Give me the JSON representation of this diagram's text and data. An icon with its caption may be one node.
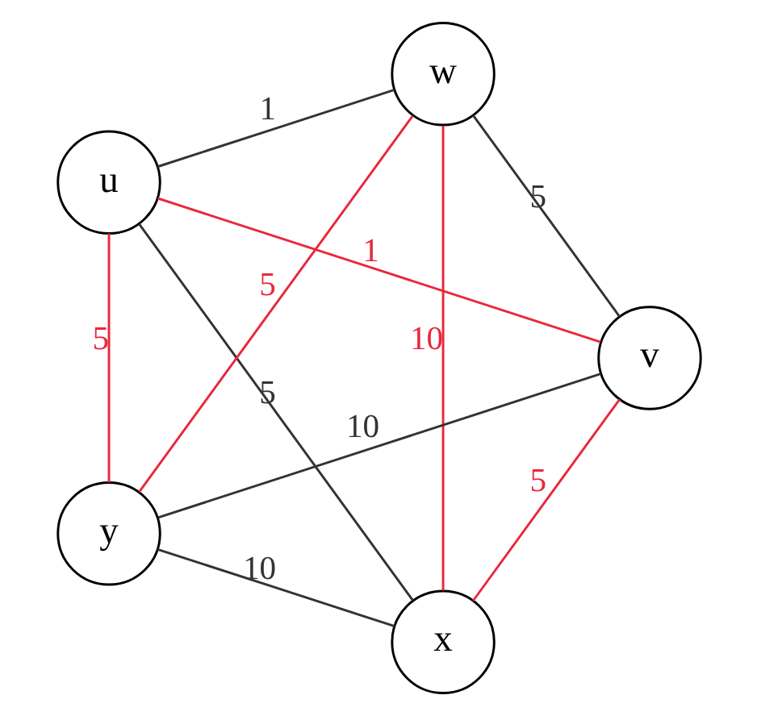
{
  "diagram": {
    "nodes": [
      {
        "text": [
          "x"
        ]
      },
      {
        "text": [
          "v"
        ]
      },
      {
        "text": [
          "u"
        ]
      },
      {
        "text": [
          "w"
        ]
      },
      {
        "text": [
          "y"
        ]
      }
    ],
    "edges": [
      {
        "from": 2,
        "to": 0,
        "arrow": "none",
        "label": "5"
      },
      {
        "from": 0,
        "to": 1,
        "arrow": "none",
        "label": "5",
        "color": "#e8283c"
      },
      {
        "from": 2,
        "to": 1,
        "arrow": "none",
        "label": "1",
        "color": "#e8283c"
      },
      {
        "from": 0,
        "to": 4,
        "arrow": "none",
        "label": "10"
      },
      {
        "from": 0,
        "to": 3,
        "arrow": "none",
        "label": "10",
        "color": "#e8283c"
      },
      {
        "from": 1,
        "to": 3,
        "arrow": "none",
        "label": "5"
      },
      {
        "from": 1,
        "to": 4,
        "arrow": "none",
        "label": "10"
      },
      {
        "from": 2,
        "to": 3,
        "arrow": "none",
        "label": "1"
      },
      {
        "from": 2,
        "to": 4,
        "arrow": "none",
        "label": "5",
        "color": "#e8283c"
      },
      {
        "from": 4,
        "to": 3,
        "arrow": "none",
        "label": "5",
        "color": "#e8283c"
      }
    ]
  }
}
